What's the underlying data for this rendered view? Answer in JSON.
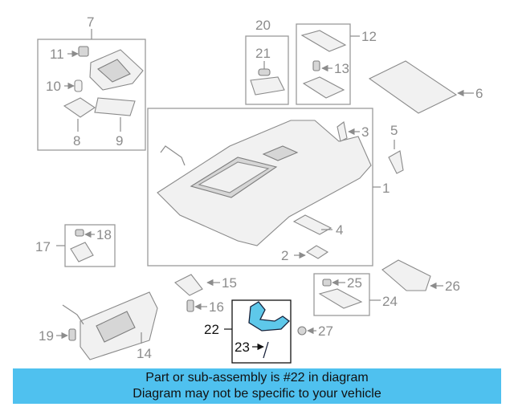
{
  "callouts": {
    "c1": "1",
    "c2": "2",
    "c3": "3",
    "c4": "4",
    "c5": "5",
    "c6": "6",
    "c7": "7",
    "c8": "8",
    "c9": "9",
    "c10": "10",
    "c11": "11",
    "c12": "12",
    "c13": "13",
    "c14": "14",
    "c15": "15",
    "c16": "16",
    "c17": "17",
    "c18": "18",
    "c19": "19",
    "c20": "20",
    "c21": "21",
    "c22": "22",
    "c23": "23",
    "c24": "24",
    "c25": "25",
    "c26": "26",
    "c27": "27"
  },
  "highlight_color": "#5ec8ea",
  "banner": {
    "line1": "Part or sub-assembly is #22 in diagram",
    "line2": "Diagram may not be specific to your vehicle",
    "background": "#4fc1ef"
  }
}
